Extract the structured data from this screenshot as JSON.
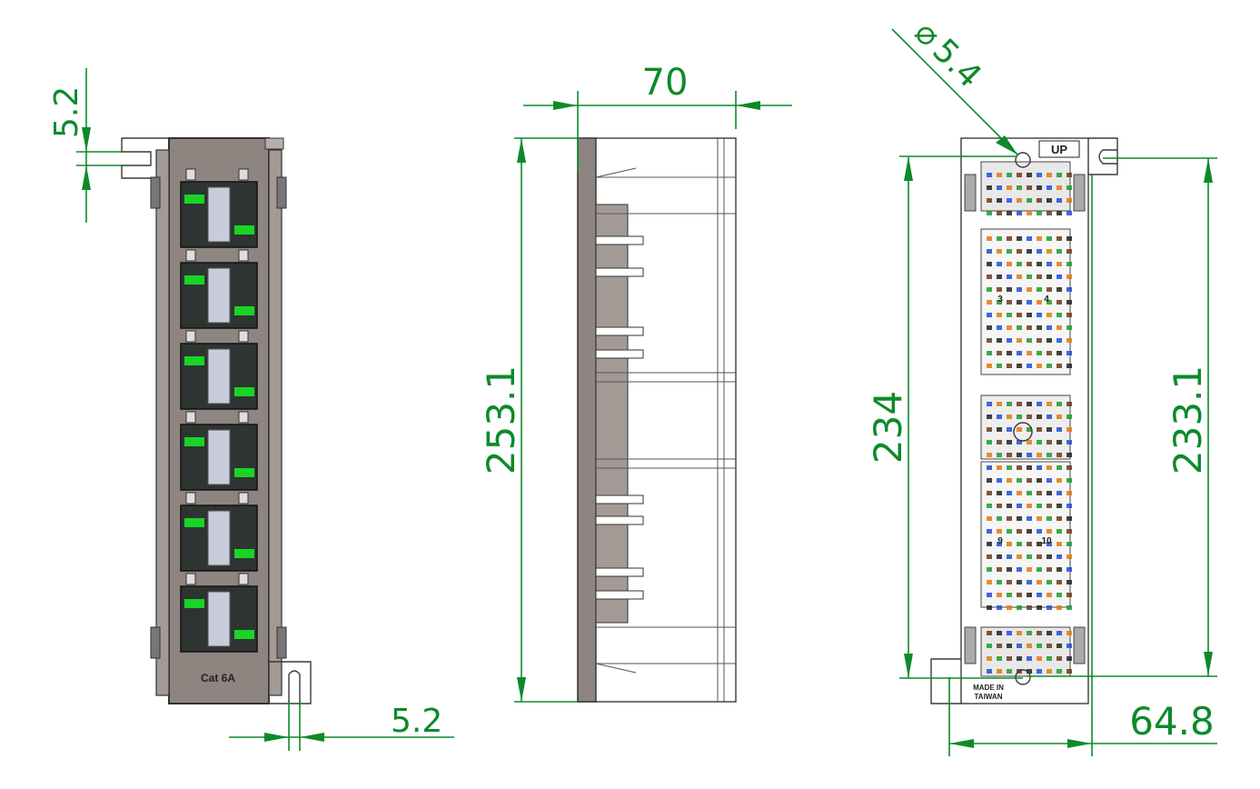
{
  "views": {
    "front_left": {
      "top_slot_dim": "5.2",
      "bottom_slot_dim": "5.2",
      "label": "Cat 6A"
    },
    "side": {
      "depth_dim": "70",
      "height_dim": "253.1"
    },
    "back": {
      "hole_dim": "5.4",
      "hole_symbol": "⌀",
      "left_height_dim": "234",
      "right_height_dim": "233.1",
      "width_dim": "64.8",
      "up_label": "UP",
      "port_numbers": [
        "3",
        "4",
        "9",
        "10"
      ],
      "made_in": "MADE IN",
      "country": "TAIWAN"
    }
  },
  "colors": {
    "dimension": "#0d8a2a",
    "panel_body": "#8e8580",
    "jack": "#2e3432",
    "insert": "#c9ccd9",
    "green_led": "#1bd326"
  }
}
